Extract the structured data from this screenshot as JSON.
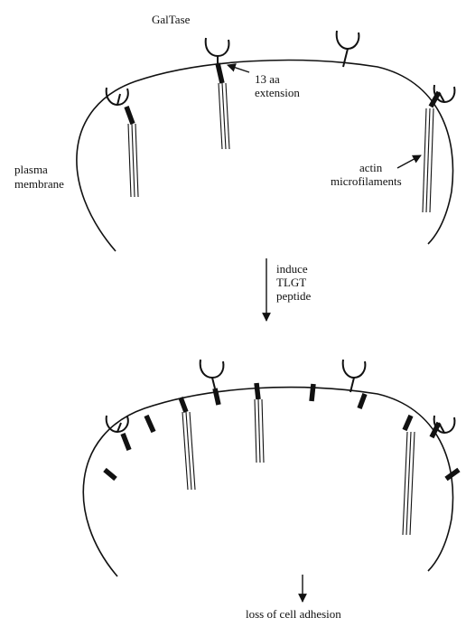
{
  "top_panel": {
    "galtase_label": "GalTase",
    "extension_label": [
      "13 aa",
      "extension"
    ],
    "membrane_label": [
      "plasma",
      "membrane"
    ],
    "actin_label": [
      "actin",
      "microfilaments"
    ]
  },
  "induce_step": {
    "label": [
      "induce",
      "TLGT",
      "peptide"
    ]
  },
  "bottom_panel": {
    "result_label": "loss of cell adhesion"
  },
  "colors": {
    "ink": "#111111",
    "background": "#ffffff"
  }
}
